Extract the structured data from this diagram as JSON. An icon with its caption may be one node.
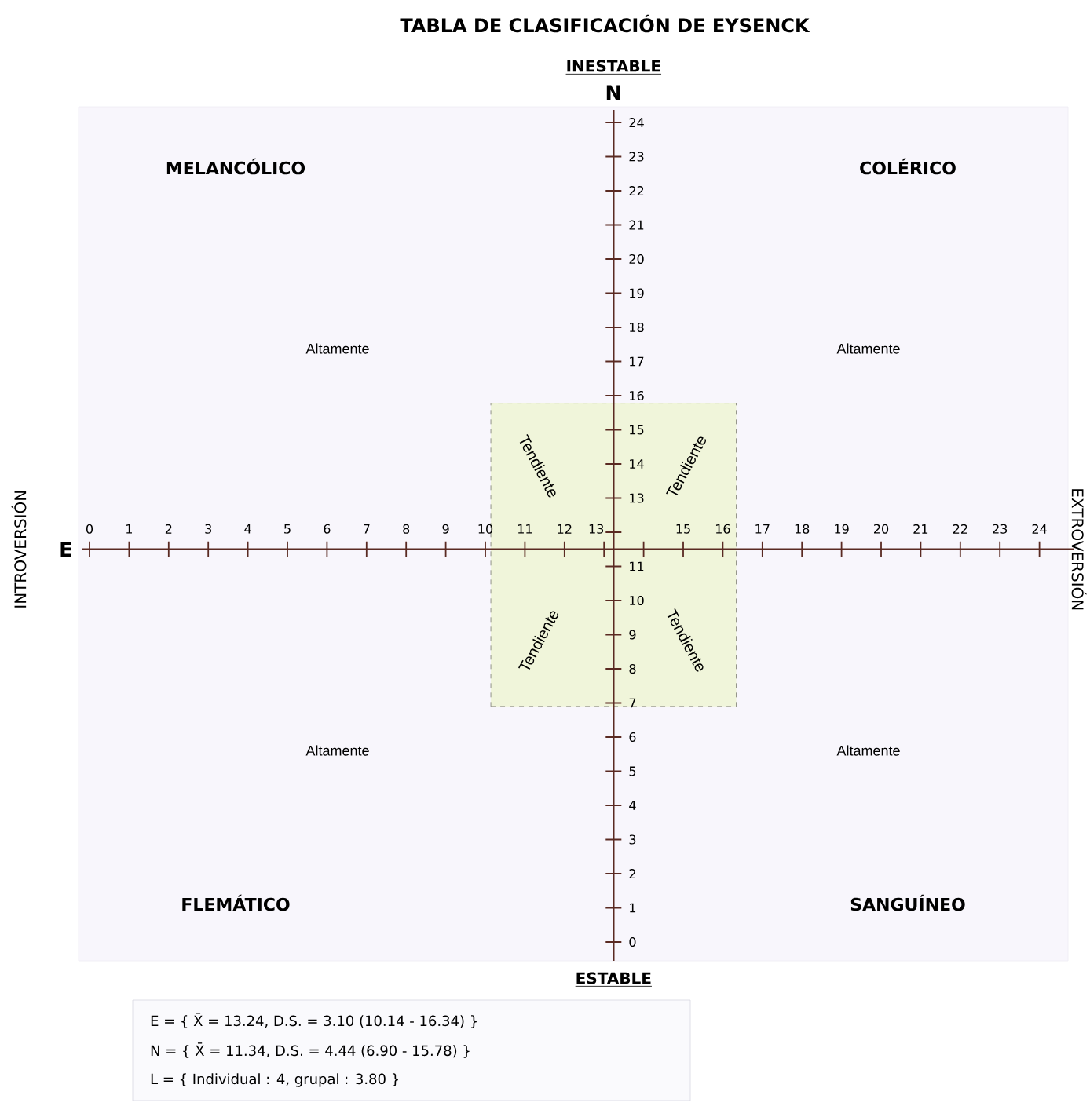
{
  "diagram": {
    "title": "TABLA DE CLASIFICACIÓN DE EYSENCK",
    "nodes": [
      {
        "text": [
          "MELANCÓLICO",
          "COLÉRICO",
          "Altamente",
          "Altamente",
          "Altamente",
          "Altamente",
          "FLEMÁTICO",
          "SANGUÍNEO"
        ]
      },
      {
        "text": [
          "Tendiente",
          "Tendiente",
          "Tendiente",
          "Tendiente"
        ],
        "in": 0
      },
      {
        "text": [
          "E = { X̄ = 13.24,   D.S. = 3.10 (10.14 - 16.34) }",
          "N = { X̄ = 11.34,   D.S. = 4.44 (6.90 - 15.78) }",
          "L = { Individual : 4,   grupal : 3.80 }"
        ]
      }
    ],
    "labels": [
      "INESTABLE",
      "N",
      "INTROVERSIÓN",
      "E",
      "0",
      "1",
      "2",
      "3",
      "4",
      "5",
      "6",
      "7",
      "8",
      "9",
      "10",
      "11",
      "12",
      "13",
      "15",
      "16",
      "17",
      "18",
      "19",
      "20",
      "21",
      "22",
      "23",
      "24",
      "EXTROVERSIÓN",
      "24",
      "23",
      "22",
      "21",
      "20",
      "19",
      "18",
      "17",
      "16",
      "15",
      "14",
      "13",
      "11",
      "10",
      "9",
      "8",
      "7",
      "6",
      "5",
      "4",
      "3",
      "2",
      "1",
      "0",
      "ESTABLE"
    ]
  }
}
